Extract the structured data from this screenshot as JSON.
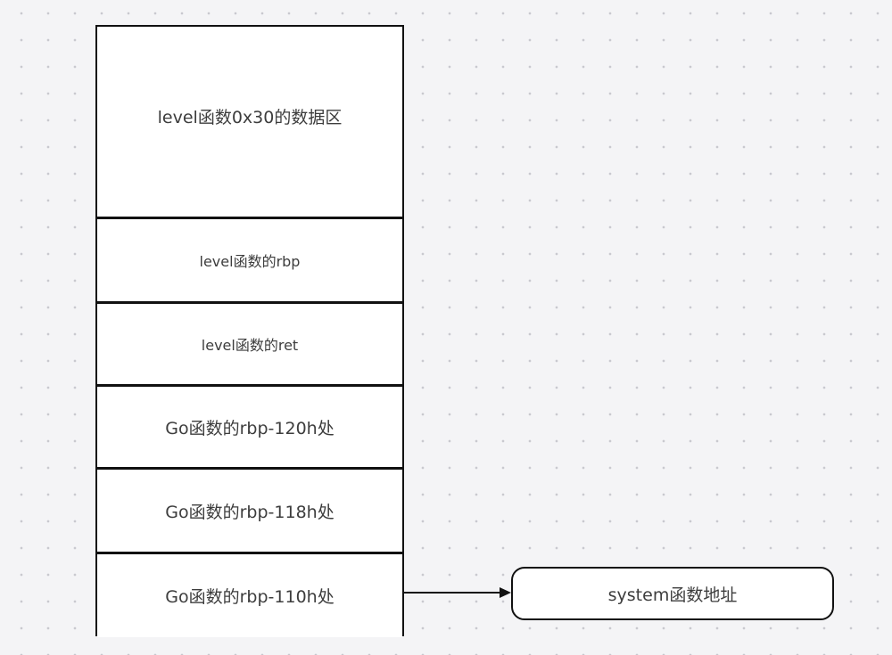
{
  "stack": {
    "cells": [
      {
        "label": "level函数0x30的数据区"
      },
      {
        "label": "level函数的rbp"
      },
      {
        "label": "level函数的ret"
      },
      {
        "label": "Go函数的rbp-120h处"
      },
      {
        "label": "Go函数的rbp-118h处"
      },
      {
        "label": "Go函数的rbp-110h处"
      }
    ]
  },
  "target": {
    "label": "system函数地址"
  },
  "colors": {
    "background": "#f4f4f6",
    "dot": "#c9c9cf",
    "stroke": "#111111",
    "text": "#3d3d3d",
    "fill": "#ffffff"
  }
}
